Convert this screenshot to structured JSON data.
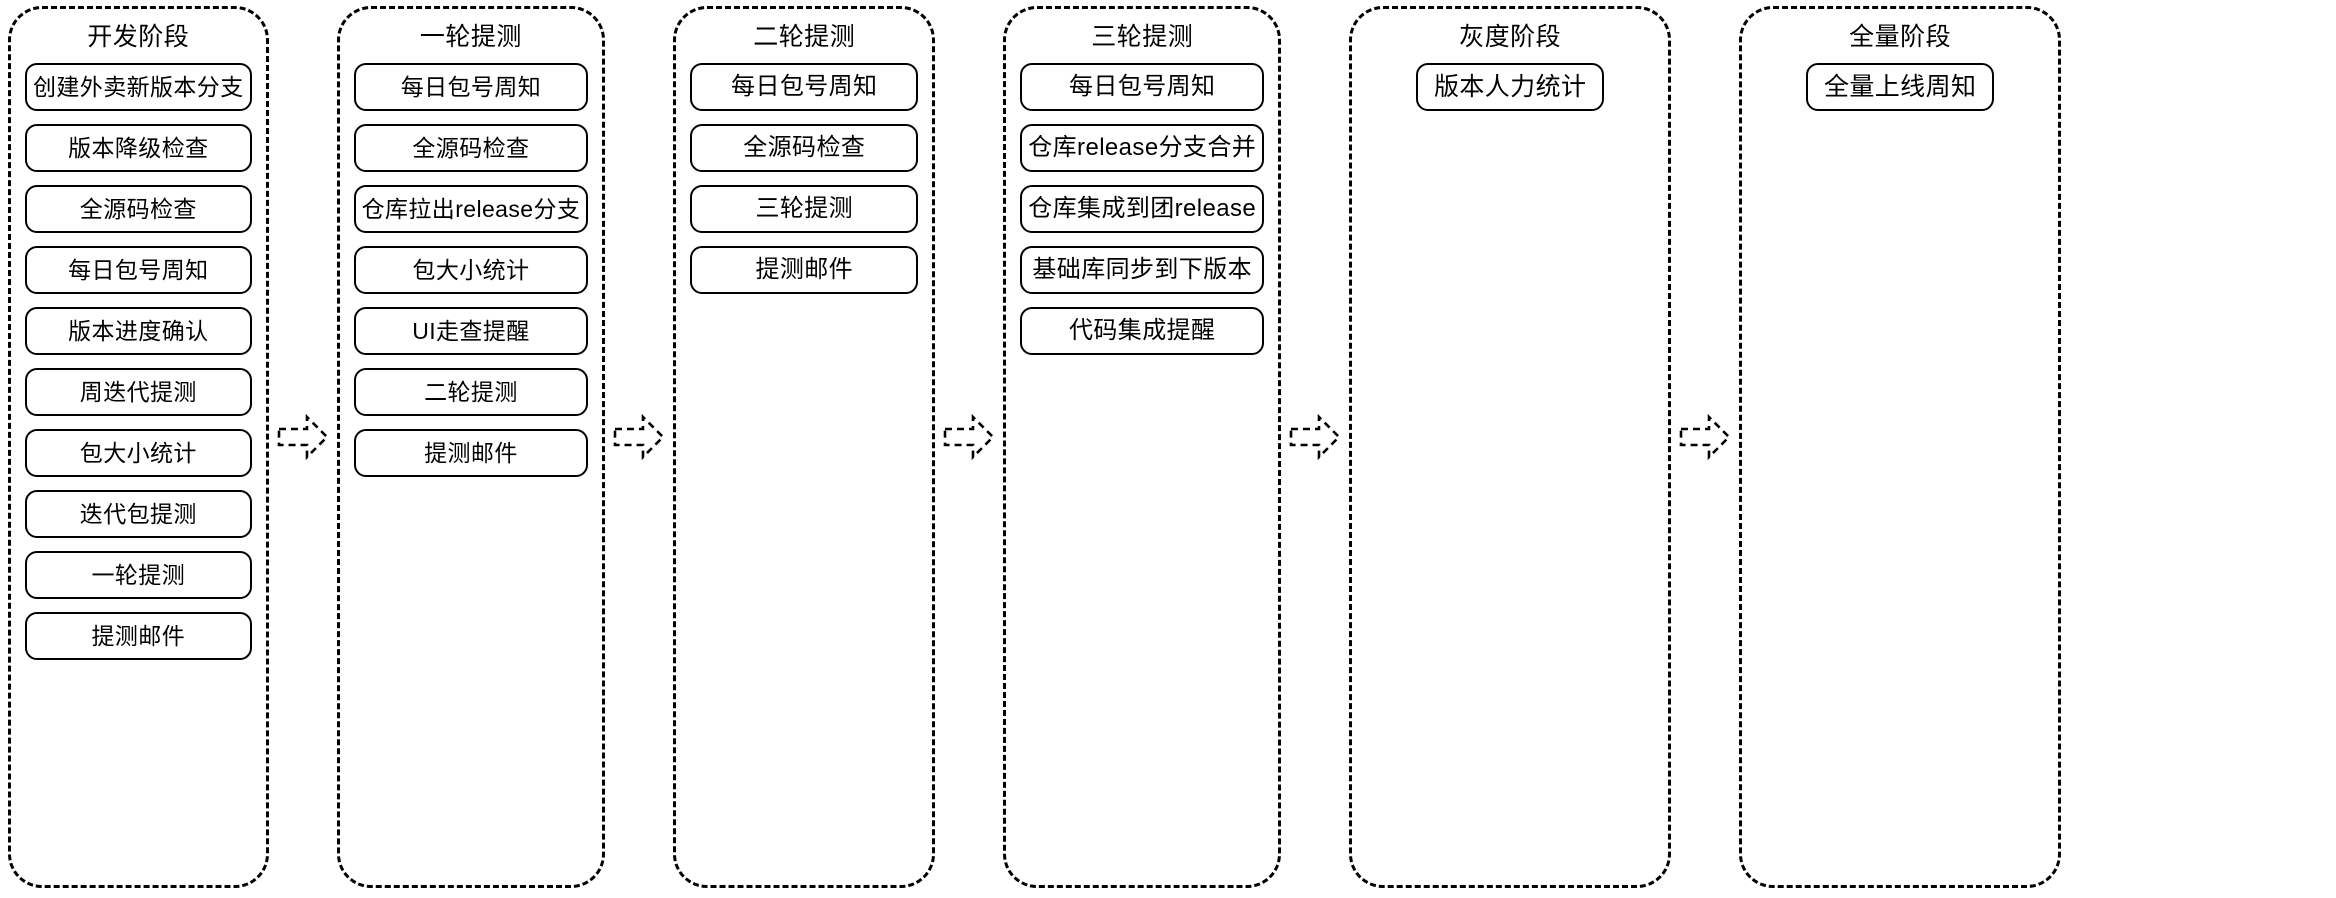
{
  "diagram": {
    "type": "flow-pipeline",
    "orientation": "horizontal",
    "background_color": "#ffffff",
    "stroke_color": "#000000",
    "phase_border_style": "dashed",
    "task_border_style": "solid-rounded",
    "connector_icon": "hollow-block-arrow-right",
    "phases": [
      {
        "title": "开发阶段",
        "tasks": [
          "创建外卖新版本分支",
          "版本降级检查",
          "全源码检查",
          "每日包号周知",
          "版本进度确认",
          "周迭代提测",
          "包大小统计",
          "迭代包提测",
          "一轮提测",
          "提测邮件"
        ]
      },
      {
        "title": "一轮提测",
        "tasks": [
          "每日包号周知",
          "全源码检查",
          "仓库拉出release分支",
          "包大小统计",
          "UI走查提醒",
          "二轮提测",
          "提测邮件"
        ]
      },
      {
        "title": "二轮提测",
        "tasks": [
          "每日包号周知",
          "全源码检查",
          "三轮提测",
          "提测邮件"
        ]
      },
      {
        "title": "三轮提测",
        "tasks": [
          "每日包号周知",
          "仓库release分支合并",
          "仓库集成到团release",
          "基础库同步到下版本",
          "代码集成提醒"
        ]
      },
      {
        "title": "灰度阶段",
        "tasks": [
          "版本人力统计"
        ]
      },
      {
        "title": "全量阶段",
        "tasks": [
          "全量上线周知"
        ]
      }
    ],
    "connectors": [
      {
        "from": "开发阶段",
        "to": "一轮提测",
        "icon": "arrow-right-icon"
      },
      {
        "from": "一轮提测",
        "to": "二轮提测",
        "icon": "arrow-right-icon"
      },
      {
        "from": "二轮提测",
        "to": "三轮提测",
        "icon": "arrow-right-icon"
      },
      {
        "from": "三轮提测",
        "to": "灰度阶段",
        "icon": "arrow-right-icon"
      },
      {
        "from": "灰度阶段",
        "to": "全量阶段",
        "icon": "arrow-right-icon"
      }
    ]
  }
}
